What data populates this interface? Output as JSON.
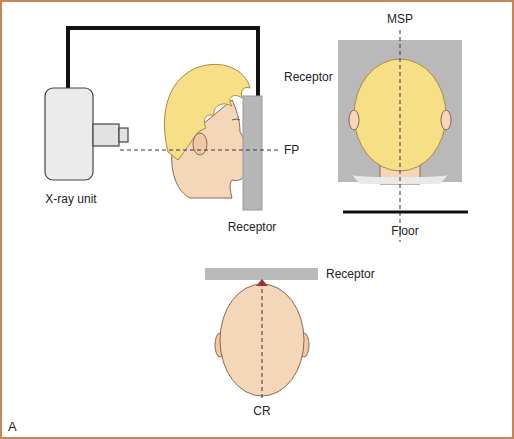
{
  "diagram": {
    "labels": [
      "X-ray unit",
      "Receptor",
      "FP",
      "MSP",
      "Receptor",
      "Floor",
      "Receptor",
      "CR",
      "A"
    ]
  }
}
